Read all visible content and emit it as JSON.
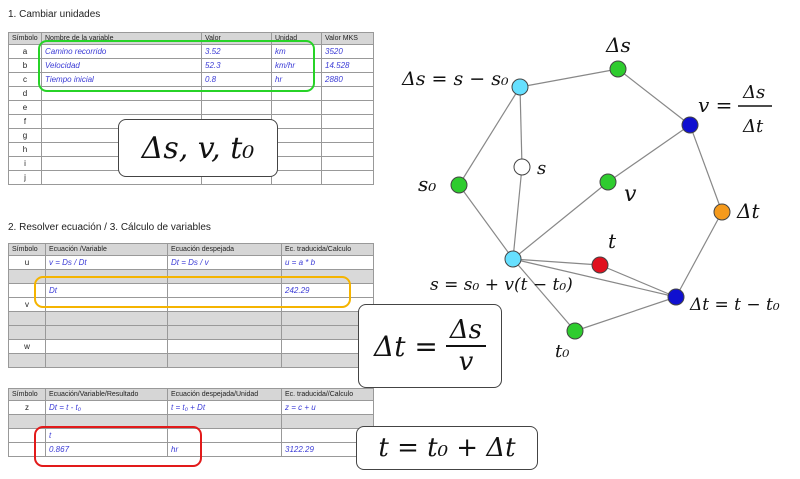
{
  "section1": {
    "title": "1. Cambiar unidades",
    "headers": [
      "Símbolo",
      "Nombre de la variable",
      "Valor",
      "Unidad",
      "Valor MKS"
    ],
    "rows": [
      [
        "a",
        "Camino recorrido",
        "3.52",
        "km",
        "3520"
      ],
      [
        "b",
        "Velocidad",
        "52.3",
        "km/hr",
        "14.528"
      ],
      [
        "c",
        "Tiempo inicial",
        "0.8",
        "hr",
        "2880"
      ],
      [
        "d",
        "",
        "",
        "",
        ""
      ],
      [
        "e",
        "",
        "",
        "",
        ""
      ],
      [
        "f",
        "",
        "",
        "",
        ""
      ],
      [
        "g",
        "",
        "",
        "",
        ""
      ],
      [
        "h",
        "",
        "",
        "",
        ""
      ],
      [
        "i",
        "",
        "",
        "",
        ""
      ],
      [
        "j",
        "",
        "",
        "",
        ""
      ]
    ],
    "formula": "Δs, v, t₀"
  },
  "section2": {
    "title": "2. Resolver ecuación / 3. Cálculo de variables",
    "headers": [
      "Símbolo",
      "Ecuación /Variable",
      "Ecuación despejada",
      "Ec. traducida/Calculo"
    ],
    "rows": [
      [
        "u",
        "v = Ds / Dt",
        "Dt = Ds / v",
        "u = a * b"
      ],
      [
        "",
        "",
        "",
        ""
      ],
      [
        "",
        "Dt",
        "",
        "242.29"
      ],
      [
        "v",
        "",
        "",
        ""
      ],
      [
        "",
        "",
        "",
        ""
      ],
      [
        "",
        "",
        "",
        ""
      ],
      [
        "w",
        "",
        "",
        ""
      ],
      [
        "",
        "",
        "",
        ""
      ]
    ],
    "formula_num": "Δs",
    "formula_left": "Δt =",
    "formula_den": "v"
  },
  "section3": {
    "headers": [
      "Símbolo",
      "Ecuación/Variable/Resultado",
      "Ecuación despejada/Unidad",
      "Ec. traducida//Calculo"
    ],
    "rows": [
      [
        "z",
        "Dt = t - t₀",
        "t = t₀ + Dt",
        "z = c + u"
      ],
      [
        "",
        "",
        "",
        ""
      ],
      [
        "",
        "t",
        "",
        ""
      ],
      [
        "",
        "0.867",
        "hr",
        "3122.29"
      ]
    ],
    "formula": "t = t₀ + Δt"
  },
  "graph": {
    "labels": {
      "ds_eq": "Δs = s − s₀",
      "ds": "Δs",
      "v_eq_left": "v =",
      "v_eq_num": "Δs",
      "v_eq_den": "Δt",
      "s": "s",
      "s0": "s₀",
      "v": "v",
      "dt": "Δt",
      "t": "t",
      "s_eq": "s = s₀ + v(t − t₀)",
      "dt_eq": "Δt = t − t₀",
      "t0": "t₀"
    },
    "colors": {
      "cyan": "#66e0ff",
      "green": "#2ecc2e",
      "blue": "#1010d0",
      "orange": "#f59a1c",
      "red": "#e0101e",
      "white": "#ffffff"
    }
  },
  "highlight_colors": {
    "green": "#27d327",
    "orange": "#f5b400",
    "red": "#e21a1a"
  }
}
